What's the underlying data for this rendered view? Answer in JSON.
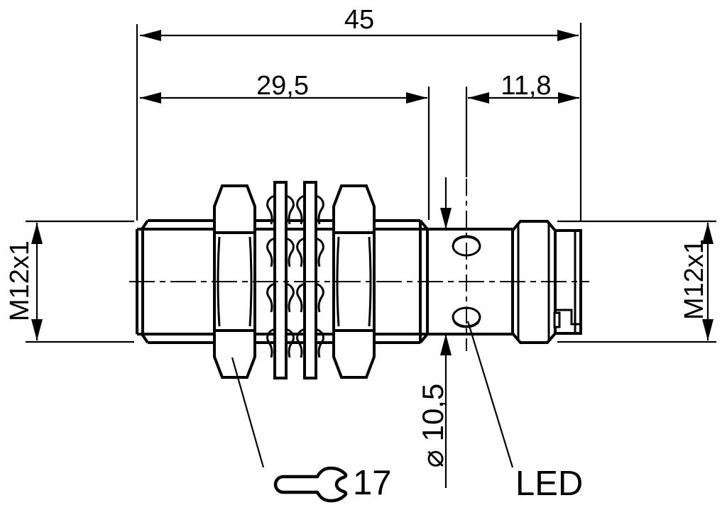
{
  "drawing": {
    "colors": {
      "line": "#000000",
      "background": "#ffffff"
    },
    "labels": {
      "overall_length": "45",
      "thread_length": "29,5",
      "rear_section_length": "11,8",
      "front_thread": "M12x1",
      "connector_thread": "M12x1",
      "housing_diameter": "⌀ 10,5",
      "wrench_size": "17",
      "led": "LED"
    },
    "icons": [
      {
        "name": "wrench-icon"
      }
    ]
  }
}
